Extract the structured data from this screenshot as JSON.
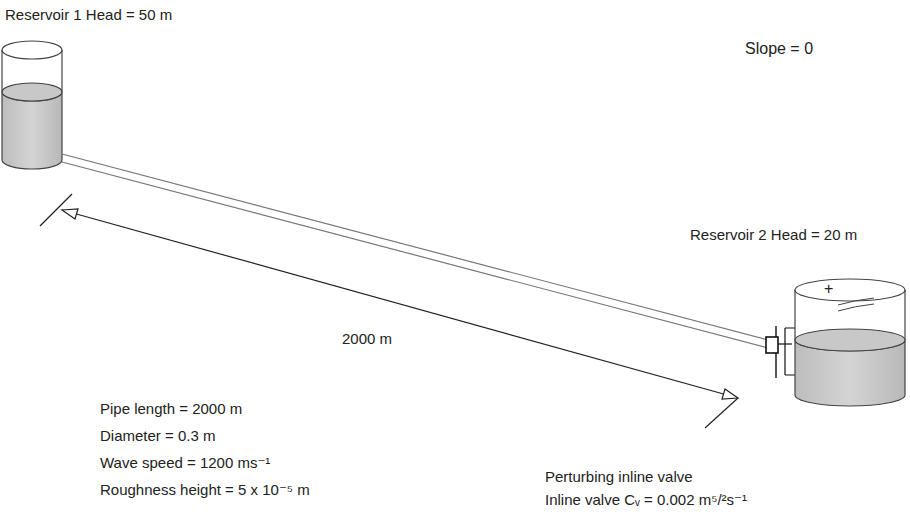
{
  "diagram": {
    "labels": [
      "Reservoir 1 Head = 50 m",
      "Slope = 0",
      "Reservoir 2 Head = 20 m",
      "+",
      "2000 m",
      "Pipe length = 2000 m",
      "Diameter = 0.3 m",
      "Wave speed = 1200 ms⁻¹",
      "Roughness height = 5 x 10⁻⁵ m",
      "Perturbing inline valve",
      "Inline valve Cᵥ = 0.002 m⁵/²s⁻¹"
    ]
  }
}
